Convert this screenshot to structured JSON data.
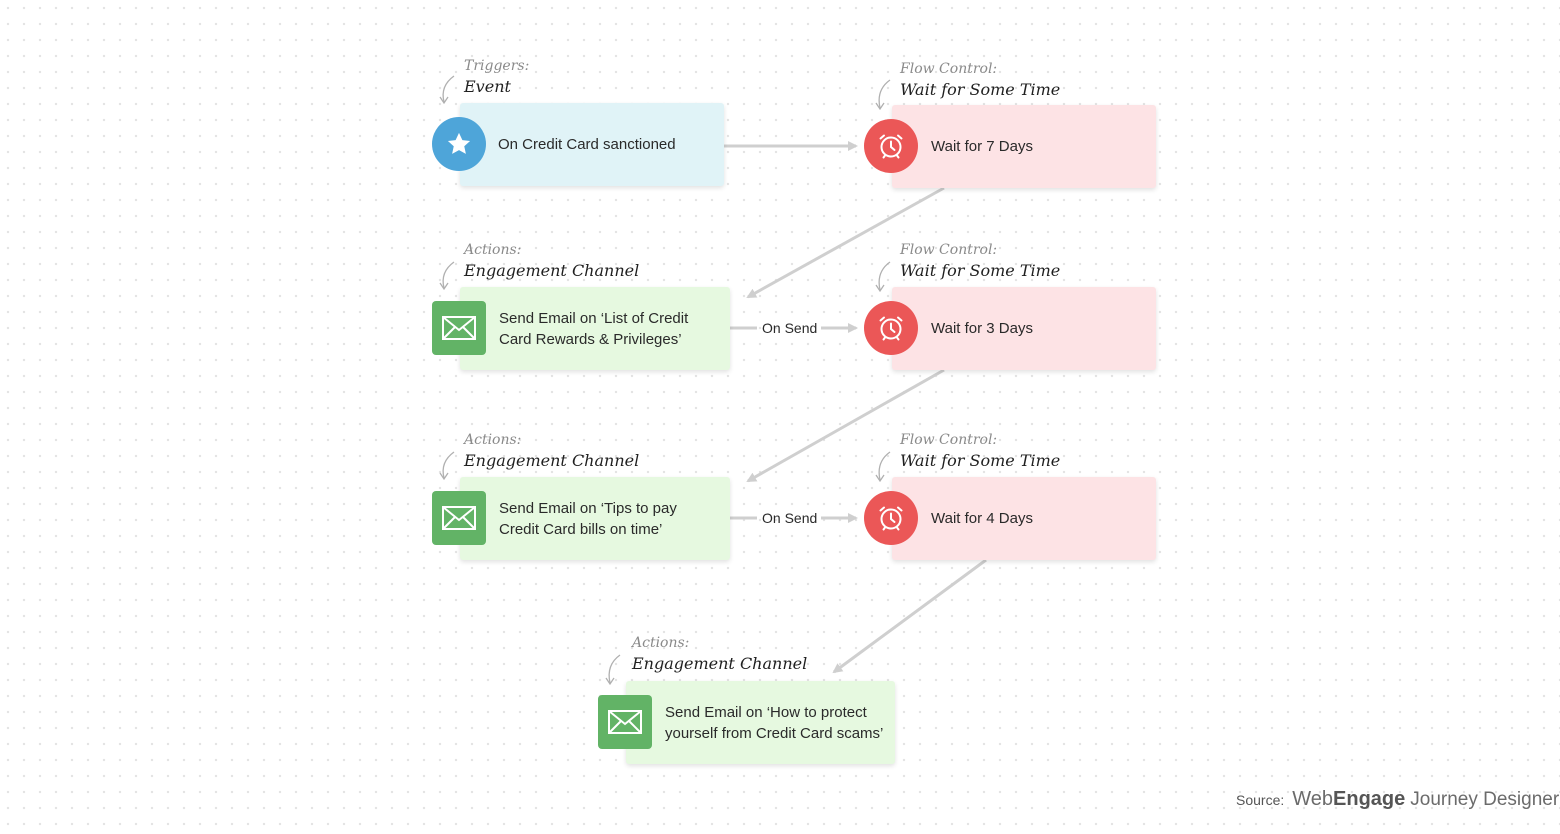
{
  "colors": {
    "trigger_accent": "#4ea5d9",
    "wait_accent": "#eb5757",
    "action_accent": "#62b366",
    "connector": "#cfcfcf"
  },
  "nodes": {
    "trigger": {
      "category": "Triggers:",
      "type": "Event",
      "label": "On Credit Card sanctioned",
      "icon": "star-icon"
    },
    "wait1": {
      "category": "Flow Control:",
      "type": "Wait for Some Time",
      "label": "Wait for 7 Days",
      "icon": "alarm-clock-icon"
    },
    "email1": {
      "category": "Actions:",
      "type": "Engagement Channel",
      "label": "Send Email on ‘List of Credit Card Rewards & Privileges’",
      "icon": "envelope-icon"
    },
    "wait2": {
      "category": "Flow Control:",
      "type": "Wait for Some Time",
      "label": "Wait for 3 Days",
      "icon": "alarm-clock-icon"
    },
    "email2": {
      "category": "Actions:",
      "type": "Engagement Channel",
      "label": "Send Email on ‘Tips to pay Credit Card bills on time’",
      "icon": "envelope-icon"
    },
    "wait3": {
      "category": "Flow Control:",
      "type": "Wait for Some Time",
      "label": "Wait for 4 Days",
      "icon": "alarm-clock-icon"
    },
    "email3": {
      "category": "Actions:",
      "type": "Engagement Channel",
      "label": "Send Email on ‘How to protect yourself from Credit Card scams’",
      "icon": "envelope-icon"
    }
  },
  "edges": {
    "on_send_1": "On Send",
    "on_send_2": "On Send"
  },
  "footer": {
    "source_prefix": "Source:",
    "brand_light": "Web",
    "brand_bold": "Engage",
    "product": "Journey Designer"
  }
}
